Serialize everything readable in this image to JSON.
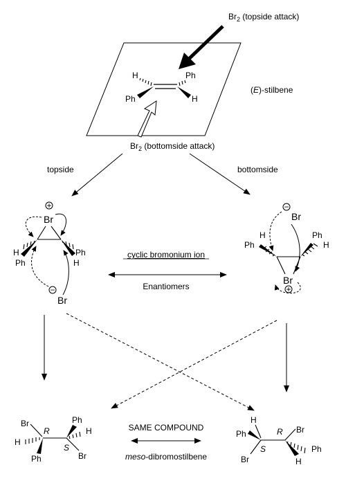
{
  "top": {
    "br2": "Br",
    "br2_sub": "2",
    "topside_attack": " (topside attack)",
    "bottomside_attack": " (bottomside attack)",
    "stilbene_paren_open": "(",
    "stilbene_E": "E",
    "stilbene_rest": ")-stilbene"
  },
  "arrows": {
    "topside": "topside",
    "bottomside": "bottomside"
  },
  "middle": {
    "cyclic_bromonium_ion": "cyclic bromonium ion",
    "enantiomers": "Enantiomers"
  },
  "bottom": {
    "same_compound": "SAME COMPOUND",
    "meso_italic": "meso",
    "meso_rest": "-dibromostilbene"
  },
  "atoms": {
    "H": "H",
    "Ph": "Ph",
    "Br": "Br",
    "plus": "+",
    "minus": "−",
    "R": "R",
    "S": "S"
  }
}
